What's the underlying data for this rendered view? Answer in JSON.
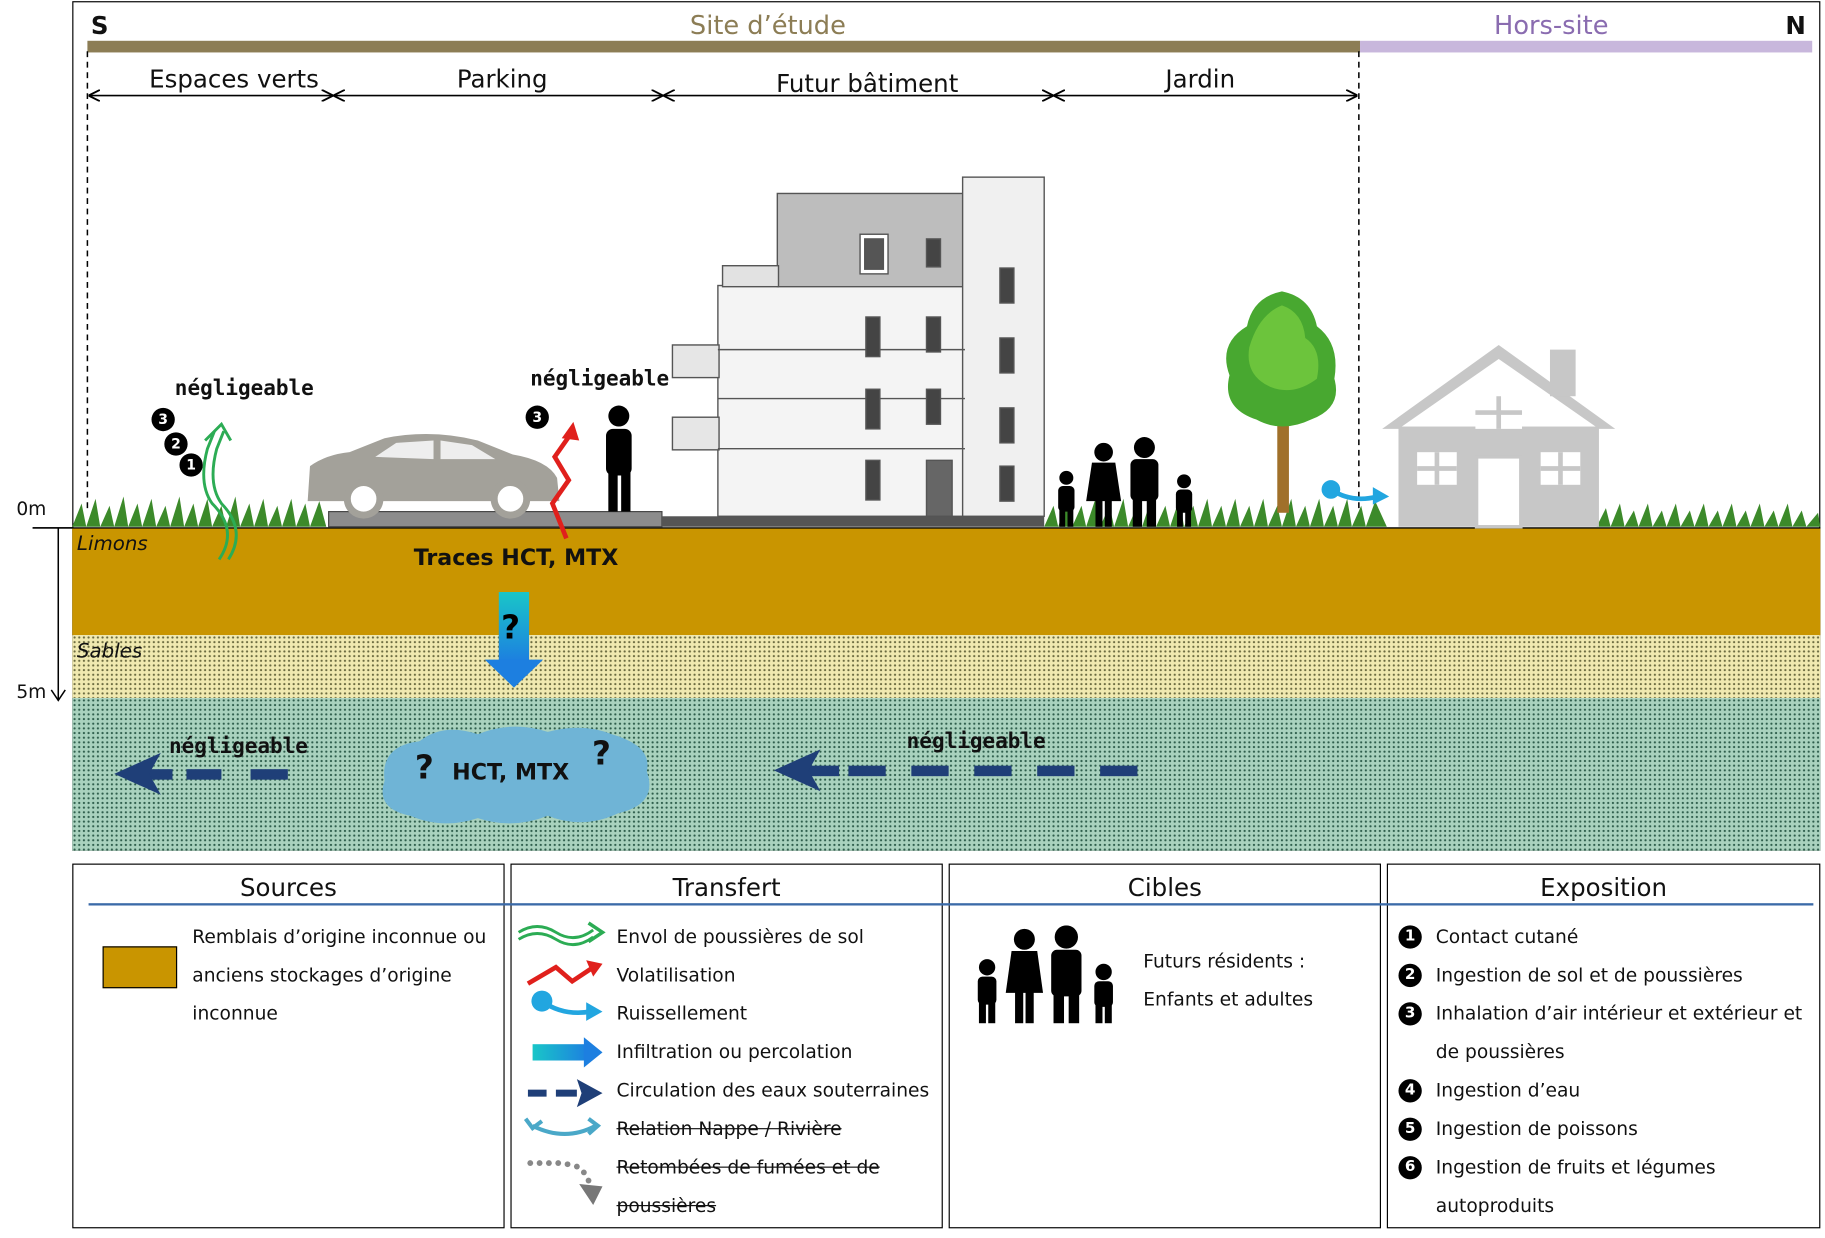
{
  "compass": {
    "south": "S",
    "north": "N"
  },
  "zones": {
    "site": "Site d’étude",
    "offsite": "Hors-site"
  },
  "areas": [
    "Espaces verts",
    "Parking",
    "Futur bâtiment",
    "Jardin"
  ],
  "depth": {
    "top": "0m",
    "bottom": "5m"
  },
  "layers": {
    "limons": "Limons",
    "sables": "Sables"
  },
  "diagram": {
    "negligeable": "négligeable",
    "traces": "Traces HCT, MTX",
    "plume": "HCT, MTX",
    "question": "?"
  },
  "legend": {
    "sources": {
      "title": "Sources",
      "lines": [
        "Remblais d’origine inconnue ou",
        "anciens stockages d’origine",
        "inconnue"
      ]
    },
    "transfert": {
      "title": "Transfert",
      "items": [
        {
          "label": "Envol de poussières de sol",
          "icon": "green-wave-arrow-icon"
        },
        {
          "label": "Volatilisation",
          "icon": "red-zigzag-arrow-icon"
        },
        {
          "label": "Ruissellement",
          "icon": "blue-dot-arrow-icon"
        },
        {
          "label": "Infiltration ou percolation",
          "icon": "cyan-gradient-arrow-icon"
        },
        {
          "label": "Circulation des eaux souterraines",
          "icon": "navy-dashed-arrow-icon"
        },
        {
          "label": "Relation Nappe / Rivière",
          "icon": "teal-double-arrow-icon"
        },
        {
          "label": "Retombées de fumées et de",
          "icon": "grey-dotted-arrow-icon"
        },
        {
          "label": "poussières",
          "icon": ""
        }
      ]
    },
    "cibles": {
      "title": "Cibles",
      "lines": [
        "Futurs résidents :",
        "Enfants et adultes"
      ]
    },
    "exposition": {
      "title": "Exposition",
      "items": [
        {
          "num": "1",
          "label": "Contact cutané"
        },
        {
          "num": "2",
          "label": "Ingestion de sol et de poussières"
        },
        {
          "num": "3",
          "label": "Inhalation d’air intérieur et extérieur et"
        },
        {
          "num": "",
          "label": "de poussières"
        },
        {
          "num": "4",
          "label": "Ingestion d’eau"
        },
        {
          "num": "5",
          "label": "Ingestion de poissons"
        },
        {
          "num": "6",
          "label": "Ingestion de fruits et légumes"
        },
        {
          "num": "",
          "label": "autoproduits"
        }
      ]
    }
  },
  "colors": {
    "site_bar": "#8c7d55",
    "offsite_bar": "#c8b7dc",
    "remblais": "#c99500",
    "sables": "#f0e9b0",
    "nappe": "#a9d2be",
    "plume": "#6fb4d6",
    "navy": "#1f3f78"
  }
}
